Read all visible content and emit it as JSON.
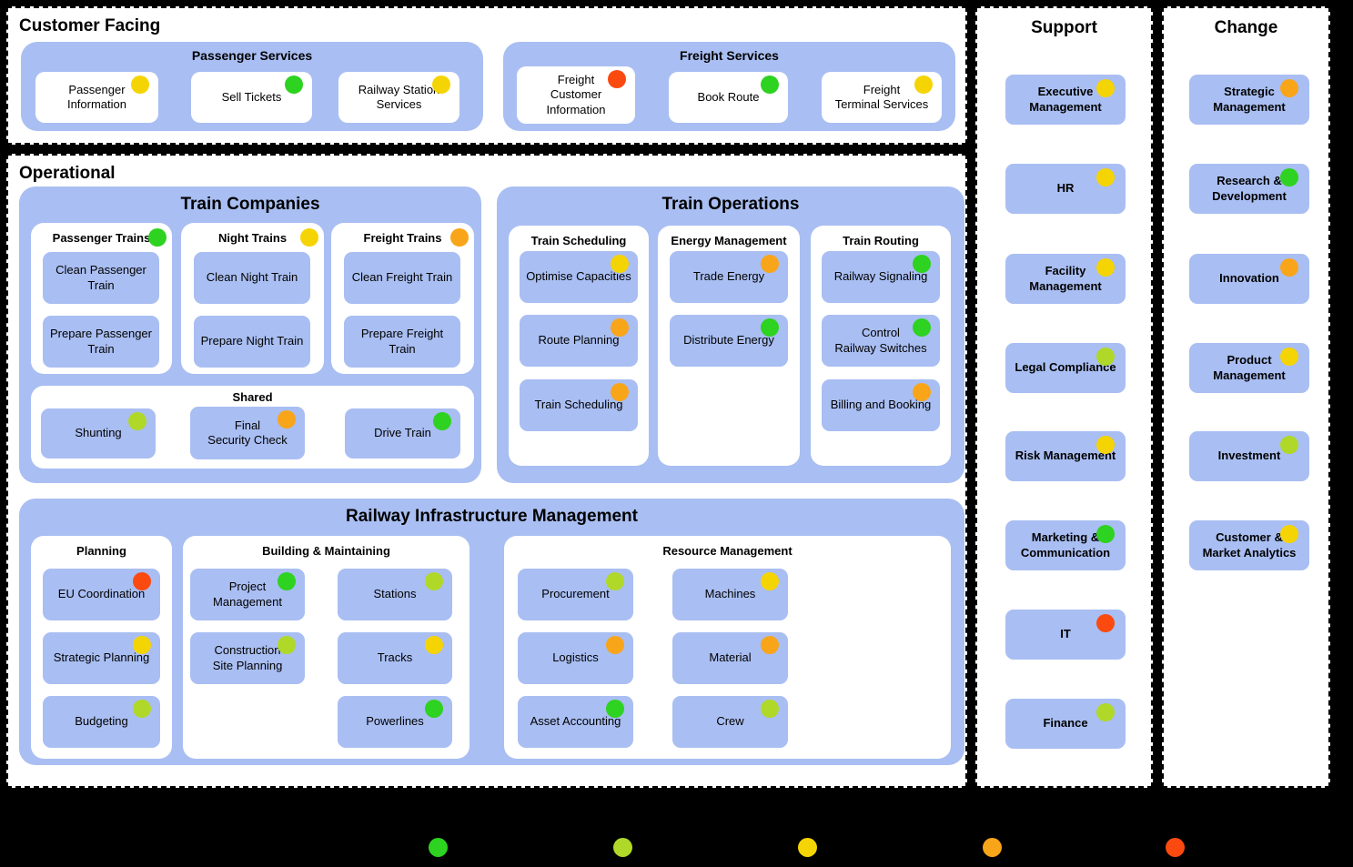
{
  "colors": {
    "page_bg": "#000000",
    "panel_bg": "#ffffff",
    "container_blue": "#a9bef2"
  },
  "status_colors": {
    "green": "#2ed220",
    "yellow_green": "#b0d828",
    "yellow": "#f5d405",
    "orange": "#f9a51a",
    "red": "#fb4a10"
  },
  "customer_facing": {
    "title": "Customer Facing",
    "groups": [
      {
        "title": "Passenger Services",
        "items": [
          {
            "label": "Passenger\nInformation",
            "status": "yellow"
          },
          {
            "label": "Sell Tickets",
            "status": "green"
          },
          {
            "label": "Railway Station\nServices",
            "status": "yellow"
          }
        ]
      },
      {
        "title": "Freight Services",
        "items": [
          {
            "label": "Freight\nCustomer\nInformation",
            "status": "red"
          },
          {
            "label": "Book Route",
            "status": "green"
          },
          {
            "label": "Freight\nTerminal Services",
            "status": "yellow"
          }
        ]
      }
    ]
  },
  "operational": {
    "title": "Operational",
    "train_companies": {
      "title": "Train Companies",
      "groups": [
        {
          "title": "Passenger Trains",
          "status": "green",
          "items": [
            {
              "label": "Clean Passenger\nTrain"
            },
            {
              "label": "Prepare Passenger\nTrain"
            }
          ]
        },
        {
          "title": "Night Trains",
          "status": "yellow",
          "items": [
            {
              "label": "Clean Night Train"
            },
            {
              "label": "Prepare Night Train"
            }
          ]
        },
        {
          "title": "Freight Trains",
          "status": "orange",
          "items": [
            {
              "label": "Clean Freight Train"
            },
            {
              "label": "Prepare Freight\nTrain"
            }
          ]
        }
      ],
      "shared": {
        "title": "Shared",
        "items": [
          {
            "label": "Shunting",
            "status": "yellow_green"
          },
          {
            "label": "Final\nSecurity Check",
            "status": "orange"
          },
          {
            "label": "Drive Train",
            "status": "green"
          }
        ]
      }
    },
    "train_operations": {
      "title": "Train Operations",
      "groups": [
        {
          "title": "Train Scheduling",
          "items": [
            {
              "label": "Optimise Capacities",
              "status": "yellow"
            },
            {
              "label": "Route Planning",
              "status": "orange"
            },
            {
              "label": "Train Scheduling",
              "status": "orange"
            }
          ]
        },
        {
          "title": "Energy Management",
          "items": [
            {
              "label": "Trade Energy",
              "status": "orange"
            },
            {
              "label": "Distribute Energy",
              "status": "green"
            }
          ]
        },
        {
          "title": "Train Routing",
          "items": [
            {
              "label": "Railway Signaling",
              "status": "green"
            },
            {
              "label": "Control\nRailway Switches",
              "status": "green"
            },
            {
              "label": "Billing and Booking",
              "status": "orange"
            }
          ]
        }
      ]
    },
    "infrastructure": {
      "title": "Railway Infrastructure Management",
      "groups": [
        {
          "title": "Planning",
          "columns": [
            [
              {
                "label": "EU Coordination",
                "status": "red"
              },
              {
                "label": "Strategic Planning",
                "status": "yellow"
              },
              {
                "label": "Budgeting",
                "status": "yellow_green"
              }
            ]
          ]
        },
        {
          "title": "Building & Maintaining",
          "columns": [
            [
              {
                "label": "Project\nManagement",
                "status": "green"
              },
              {
                "label": "Construction\nSite Planning",
                "status": "yellow_green"
              }
            ],
            [
              {
                "label": "Stations",
                "status": "yellow_green"
              },
              {
                "label": "Tracks",
                "status": "yellow"
              },
              {
                "label": "Powerlines",
                "status": "green"
              }
            ]
          ]
        },
        {
          "title": "Resource Management",
          "columns": [
            [
              {
                "label": "Procurement",
                "status": "yellow_green"
              },
              {
                "label": "Logistics",
                "status": "orange"
              },
              {
                "label": "Asset Accounting",
                "status": "green"
              }
            ],
            [
              {
                "label": "Machines",
                "status": "yellow"
              },
              {
                "label": "Material",
                "status": "orange"
              },
              {
                "label": "Crew",
                "status": "yellow_green"
              }
            ]
          ]
        }
      ]
    }
  },
  "support": {
    "title": "Support",
    "items": [
      {
        "label": "Executive\nManagement",
        "status": "yellow"
      },
      {
        "label": "HR",
        "status": "yellow"
      },
      {
        "label": "Facility\nManagement",
        "status": "yellow"
      },
      {
        "label": "Legal Compliance",
        "status": "yellow_green"
      },
      {
        "label": "Risk Management",
        "status": "yellow"
      },
      {
        "label": "Marketing &\nCommunication",
        "status": "green"
      },
      {
        "label": "IT",
        "status": "red"
      },
      {
        "label": "Finance",
        "status": "yellow_green"
      }
    ]
  },
  "change": {
    "title": "Change",
    "items": [
      {
        "label": "Strategic\nManagement",
        "status": "orange"
      },
      {
        "label": "Research &\nDevelopment",
        "status": "green"
      },
      {
        "label": "Innovation",
        "status": "orange"
      },
      {
        "label": "Product\nManagement",
        "status": "yellow"
      },
      {
        "label": "Investment",
        "status": "yellow_green"
      },
      {
        "label": "Customer &\nMarket Analytics",
        "status": "yellow"
      }
    ]
  },
  "legend": {
    "statuses": [
      "green",
      "yellow_green",
      "yellow",
      "orange",
      "red"
    ]
  }
}
